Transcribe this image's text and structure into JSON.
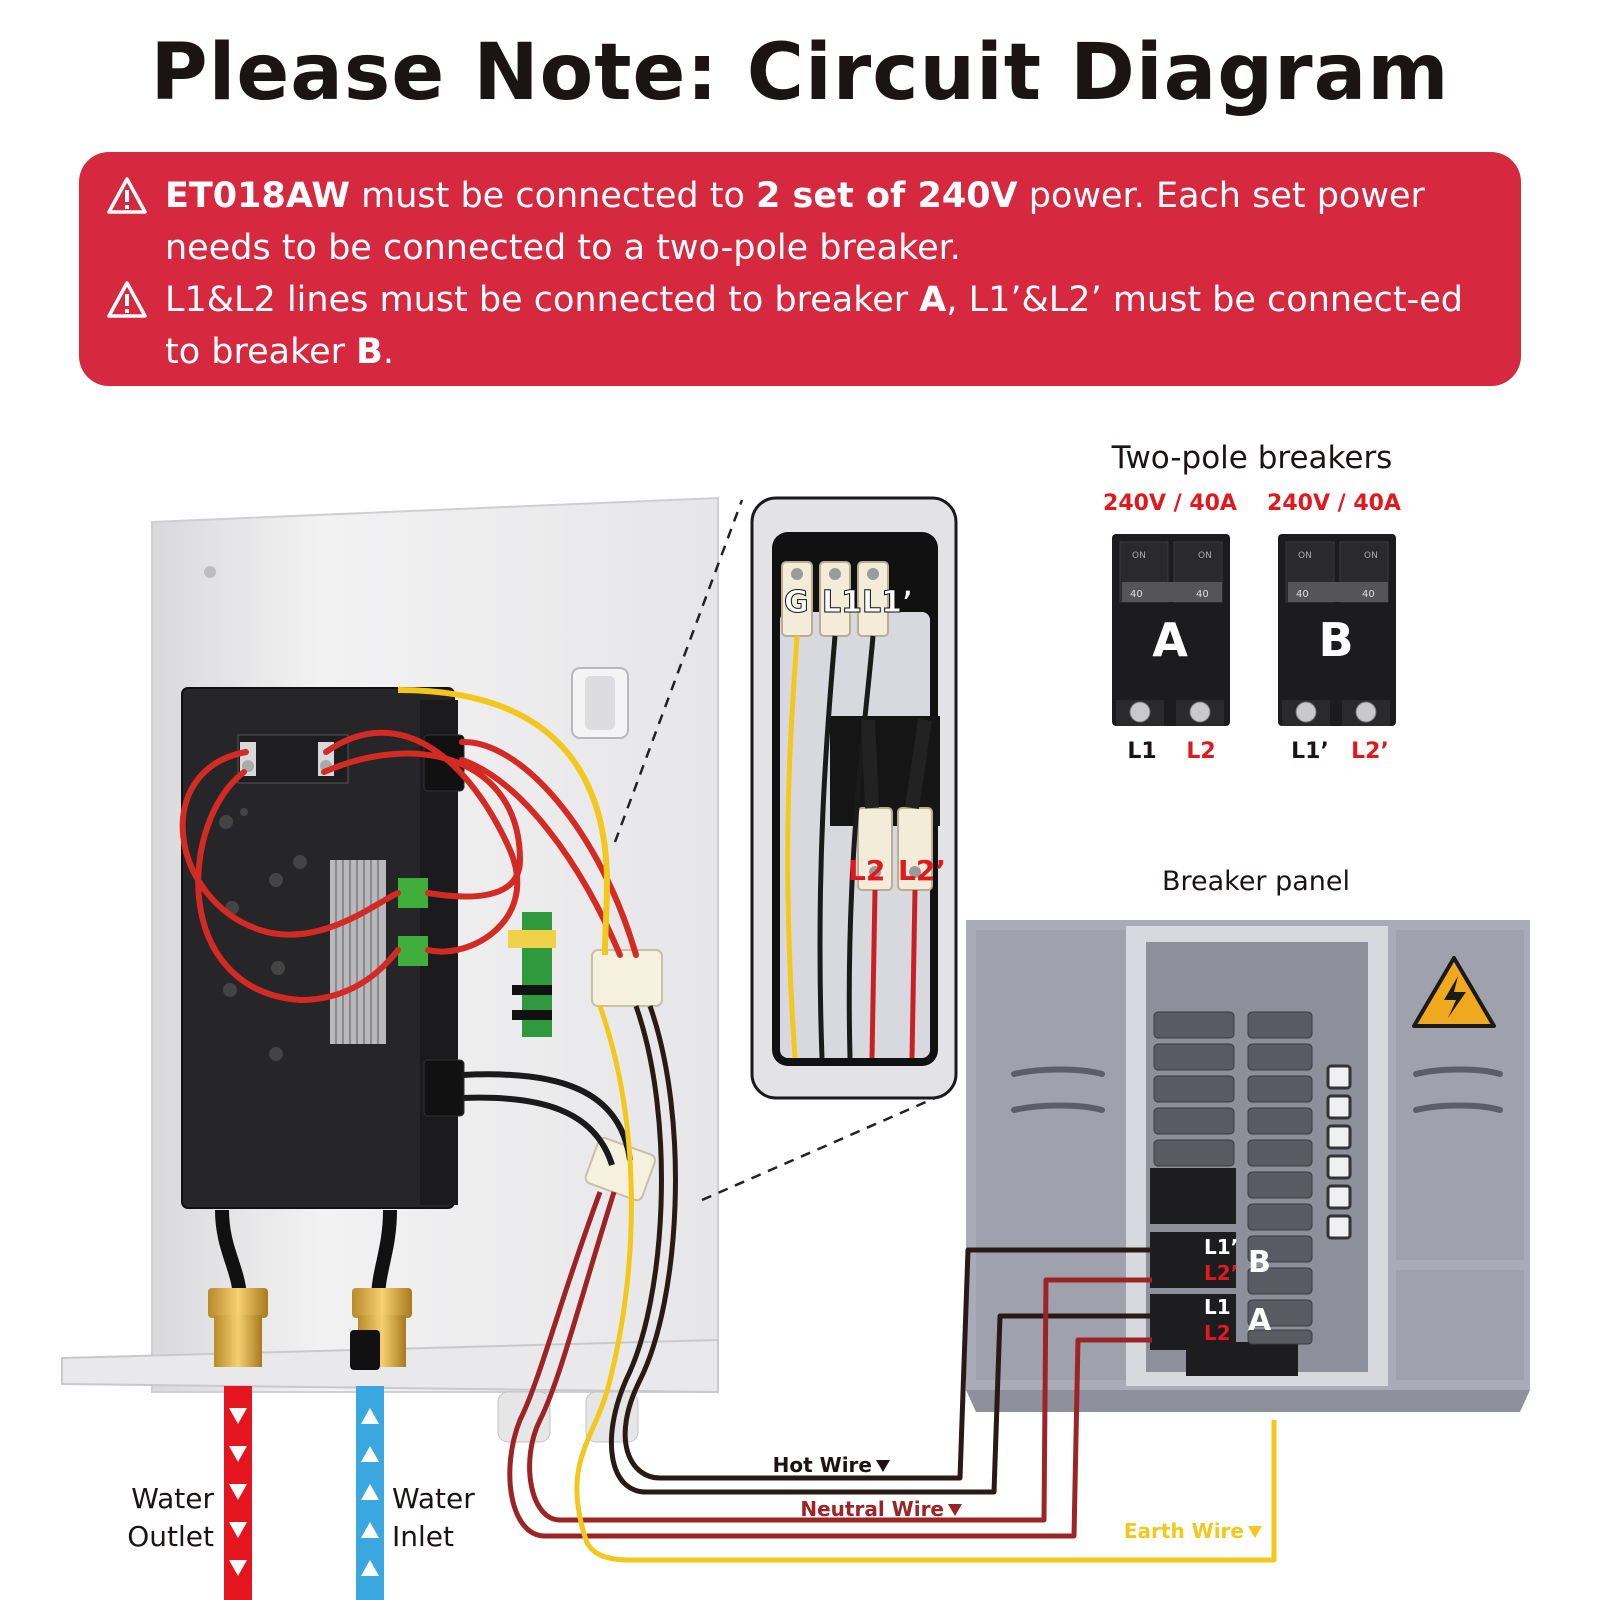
{
  "title": "Please Note: Circuit Diagram",
  "notes": [
    {
      "p1": "ET018AW",
      "p2": " must be connected to ",
      "p3": "2 set of 240V",
      "p4": " power. Each set power needs to be connected to a two-pole breaker."
    },
    {
      "p1": "L1&L2 lines must be connected to breaker ",
      "p2": "A",
      "p3": ", L1’&L2’  must be connect-ed to breaker ",
      "p4": "B",
      "p5": "."
    }
  ],
  "terminal_labels": {
    "g": "G",
    "l1": "L1",
    "l1p": "L1’",
    "l2": "L2",
    "l2p": "L2’"
  },
  "breakers": {
    "heading": "Two-pole breakers",
    "a": {
      "rating": "240V / 40A",
      "letter": "A",
      "left_term": "L1",
      "right_term": "L2",
      "on": "ON",
      "amp": "40"
    },
    "b": {
      "rating": "240V / 40A",
      "letter": "B",
      "left_term": "L1’",
      "right_term": "L2’",
      "on": "ON",
      "amp": "40"
    }
  },
  "panel": {
    "heading": "Breaker panel",
    "b_l1": "L1’",
    "b_l2": "L2’",
    "b_letter": "B",
    "a_l1": "L1",
    "a_l2": "L2",
    "a_letter": "A"
  },
  "wires": {
    "hot": "Hot Wire",
    "neutral": "Neutral Wire",
    "earth": "Earth Wire"
  },
  "water": {
    "outlet_line1": "Water",
    "outlet_line2": "Outlet",
    "inlet_line1": "Water",
    "inlet_line2": "Inlet"
  },
  "colors": {
    "accent_red": "#d6293f",
    "label_red": "#e0191f",
    "hot_wire": "#2a1a16",
    "neutral_wire": "#9c2426",
    "earth_wire": "#f2c81c",
    "water_outlet": "#e4151f",
    "water_inlet": "#3aa7e0"
  }
}
